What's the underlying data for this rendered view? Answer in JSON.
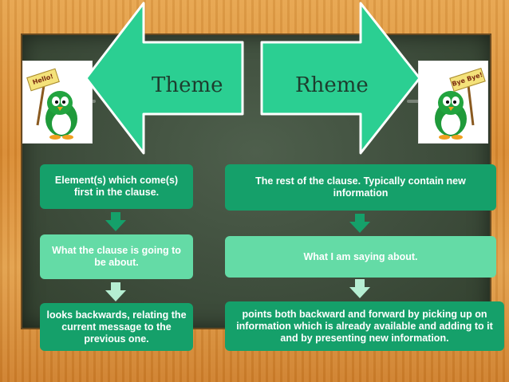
{
  "theme": {
    "label": "Theme",
    "boxes": [
      "Element(s) which come(s) first in the clause.",
      "What the clause is going to be about.",
      "looks backwards, relating the current message to the previous one."
    ]
  },
  "rheme": {
    "label": "Rheme",
    "boxes": [
      "The rest of the clause. Typically contain new information",
      "What I am saying about.",
      "points both backward and forward by picking up on information which is already available and adding to it and by presenting new information."
    ]
  },
  "mascots": {
    "left_sign": "Hello!",
    "right_sign": "Bye Bye!"
  },
  "colors": {
    "arrow_fill": "#2bcf92",
    "box_dark": "#15a06a",
    "box_light": "#64dba6",
    "board": "#3d4c3b",
    "frame": "#d98a30"
  }
}
